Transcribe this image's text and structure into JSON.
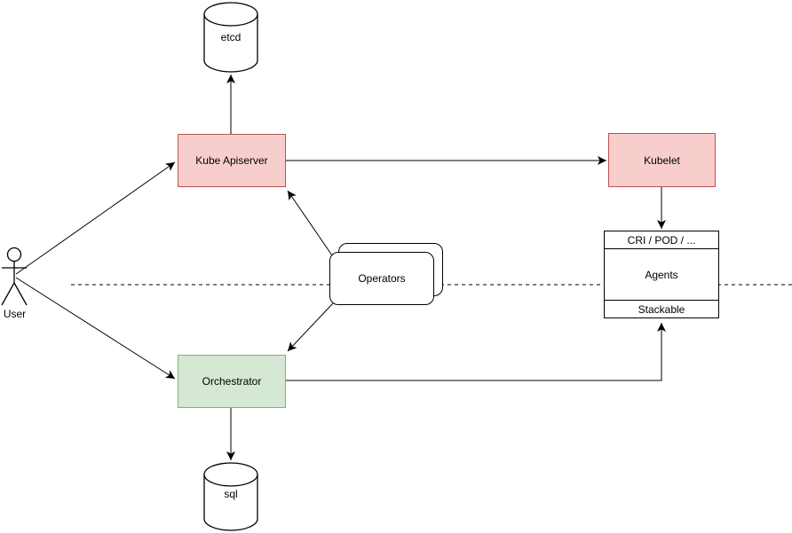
{
  "diagram": {
    "background": "#ffffff",
    "nodes": {
      "etcd": {
        "label": "etcd",
        "shape": "cylinder"
      },
      "kube_apiserver": {
        "label": "Kube Apiserver",
        "fill": "#f8cecc",
        "border": "#b85450"
      },
      "kubelet": {
        "label": "Kubelet",
        "fill": "#f8cecc",
        "border": "#b85450"
      },
      "operators": {
        "label": "Operators",
        "shape": "stacked-rounded-rectangle",
        "fill": "#ffffff",
        "border": "#000000"
      },
      "agents": {
        "header": "CRI / POD / ...",
        "body": "Agents",
        "footer": "Stackable",
        "fill": "#ffffff",
        "border": "#000000"
      },
      "orchestrator": {
        "label": "Orchestrator",
        "fill": "#d5e8d4",
        "border": "#82b366"
      },
      "sql": {
        "label": "sql",
        "shape": "cylinder"
      },
      "user": {
        "label": "User",
        "shape": "actor"
      }
    },
    "edges": [
      {
        "from": "user",
        "to": "kube_apiserver",
        "arrow": "end"
      },
      {
        "from": "user",
        "to": "orchestrator",
        "arrow": "end"
      },
      {
        "from": "kube_apiserver",
        "to": "etcd",
        "arrow": "end"
      },
      {
        "from": "kube_apiserver",
        "to": "kubelet",
        "arrow": "end"
      },
      {
        "from": "kubelet",
        "to": "agents",
        "arrow": "end"
      },
      {
        "from": "operators",
        "to": "kube_apiserver",
        "arrow": "end"
      },
      {
        "from": "operators",
        "to": "orchestrator",
        "arrow": "end"
      },
      {
        "from": "orchestrator",
        "to": "agents",
        "arrow": "end"
      },
      {
        "from": "orchestrator",
        "to": "sql",
        "arrow": "end"
      }
    ],
    "separator": {
      "style": "dashed",
      "color": "#000000"
    },
    "line_color": "#000000"
  }
}
